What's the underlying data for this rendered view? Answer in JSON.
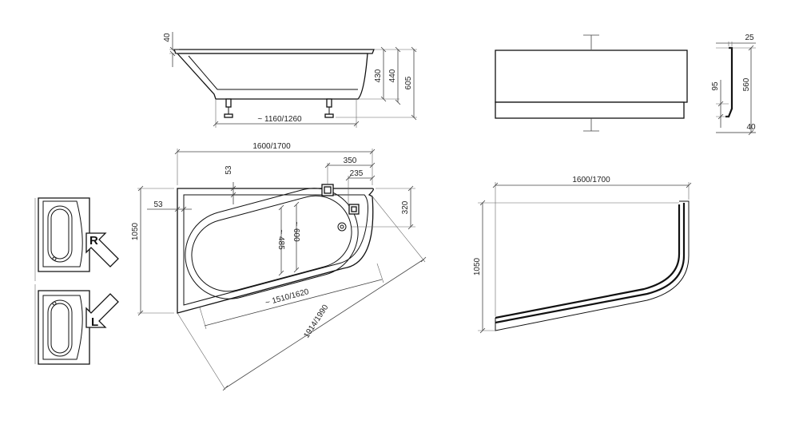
{
  "dimensions": {
    "top_rim": "40",
    "depth_430": "430",
    "depth_440": "440",
    "height_605": "605",
    "legs_span": "~ 1160/1260",
    "length_plan": "1600/1700",
    "offset_53_top": "53",
    "offset_53_left": "53",
    "width_350": "350",
    "width_235": "235",
    "drain_320": "320",
    "inner_485": "~ 485",
    "inner_600": "~ 600",
    "inner_length": "~ 1510/1620",
    "diagonal": "1914/1990",
    "width_1050": "1050",
    "panel_25": "25",
    "panel_95": "95",
    "panel_560": "560",
    "panel_40": "40",
    "panel_length": "1600/1700",
    "panel_width": "1050"
  },
  "variants": {
    "right": "R",
    "left": "L"
  }
}
